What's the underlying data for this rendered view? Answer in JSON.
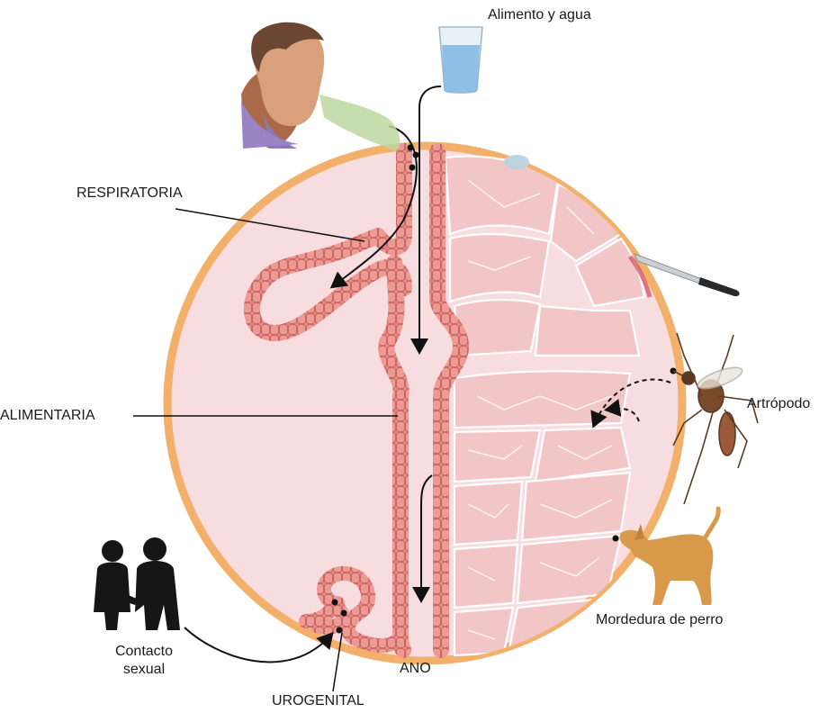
{
  "labels": {
    "food_water": "Alimento y agua",
    "respiratory": "RESPIRATORIA",
    "alimentary": "ALIMENTARIA",
    "arthropod": "Artrópodo",
    "dog_bite": "Mordedura de perro",
    "sexual_contact_line1": "Contacto",
    "sexual_contact_line2": "sexual",
    "anus": "ANO",
    "urogenital": "UROGENITAL"
  },
  "colors": {
    "body_fill": "#f7dde0",
    "body_rim": "#f2b06a",
    "epithelium": "#e68a86",
    "epithelium_outline": "#c05a57",
    "tissue_fill": "#f0c0c0",
    "arrow": "#111111"
  }
}
